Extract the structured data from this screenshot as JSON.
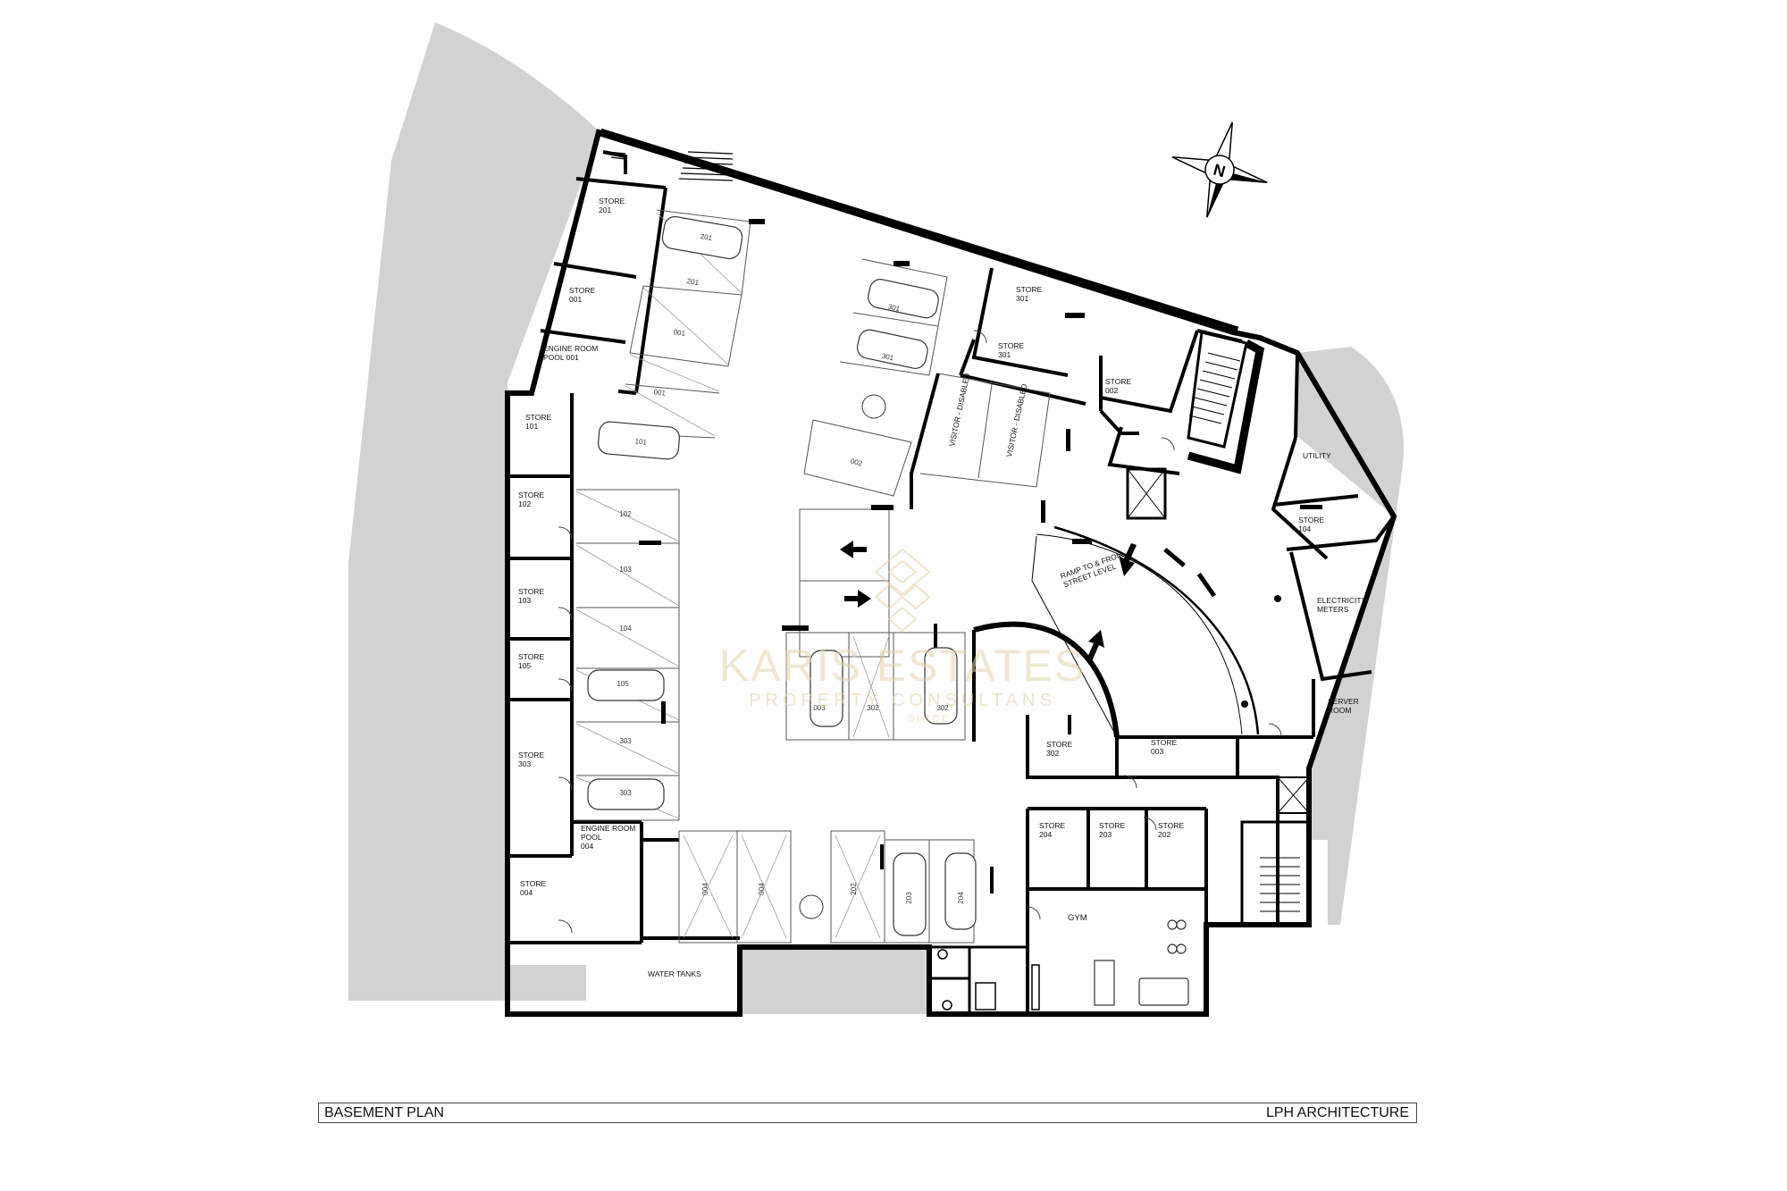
{
  "plan": {
    "title": "BASEMENT PLAN",
    "architect": "LPH ARCHITECTURE",
    "north_label": "N",
    "watermark": {
      "name": "KARIS ESTATES",
      "tagline": "PROPERTY CONSULTANS",
      "sub": "SINCE"
    },
    "colors": {
      "wall": "#000000",
      "ground": "#d2d2d2",
      "watermark": "#e3d2b0"
    },
    "rooms": [
      {
        "id": "store-201",
        "lines": [
          "STORE",
          "201"
        ]
      },
      {
        "id": "store-001",
        "lines": [
          "STORE",
          "001"
        ]
      },
      {
        "id": "engine-001",
        "lines": [
          "ENGINE ROOM",
          "POOL 001"
        ]
      },
      {
        "id": "store-101",
        "lines": [
          "STORE",
          "101"
        ]
      },
      {
        "id": "store-102",
        "lines": [
          "STORE",
          "102"
        ]
      },
      {
        "id": "store-103",
        "lines": [
          "STORE",
          "103"
        ]
      },
      {
        "id": "store-105",
        "lines": [
          "STORE",
          "105"
        ]
      },
      {
        "id": "store-303",
        "lines": [
          "STORE",
          "303"
        ]
      },
      {
        "id": "engine-004",
        "lines": [
          "ENGINE ROOM",
          "POOL",
          "004"
        ]
      },
      {
        "id": "store-004",
        "lines": [
          "STORE",
          "004"
        ]
      },
      {
        "id": "water-tanks",
        "lines": [
          "WATER TANKS"
        ]
      },
      {
        "id": "store-301a",
        "lines": [
          "STORE",
          "301"
        ]
      },
      {
        "id": "store-301b",
        "lines": [
          "STORE",
          "301"
        ]
      },
      {
        "id": "store-002",
        "lines": [
          "STORE",
          "002"
        ]
      },
      {
        "id": "utility",
        "lines": [
          "UTILITY"
        ]
      },
      {
        "id": "store-104",
        "lines": [
          "STORE",
          "104"
        ]
      },
      {
        "id": "electricity",
        "lines": [
          "ELECTRICITY",
          "METERS"
        ]
      },
      {
        "id": "server",
        "lines": [
          "SERVER",
          "ROOM"
        ]
      },
      {
        "id": "store-302",
        "lines": [
          "STORE",
          "302"
        ]
      },
      {
        "id": "store-003",
        "lines": [
          "STORE",
          "003"
        ]
      },
      {
        "id": "store-204",
        "lines": [
          "STORE",
          "204"
        ]
      },
      {
        "id": "store-203",
        "lines": [
          "STORE",
          "203"
        ]
      },
      {
        "id": "store-202",
        "lines": [
          "STORE",
          "202"
        ]
      },
      {
        "id": "gym",
        "lines": [
          "GYM"
        ]
      },
      {
        "id": "ramp",
        "lines": [
          "RAMP TO & FROM",
          "STREET LEVEL"
        ]
      },
      {
        "id": "visitor-1",
        "lines": [
          "VISITOR - DISABLED"
        ]
      },
      {
        "id": "visitor-2",
        "lines": [
          "VISITOR - DISABLED"
        ]
      }
    ],
    "bays": [
      "201",
      "201",
      "001",
      "001",
      "101",
      "102",
      "103",
      "104",
      "105",
      "303",
      "303",
      "301",
      "301",
      "002",
      "003",
      "302",
      "302",
      "004",
      "004",
      "202",
      "203",
      "204"
    ]
  }
}
